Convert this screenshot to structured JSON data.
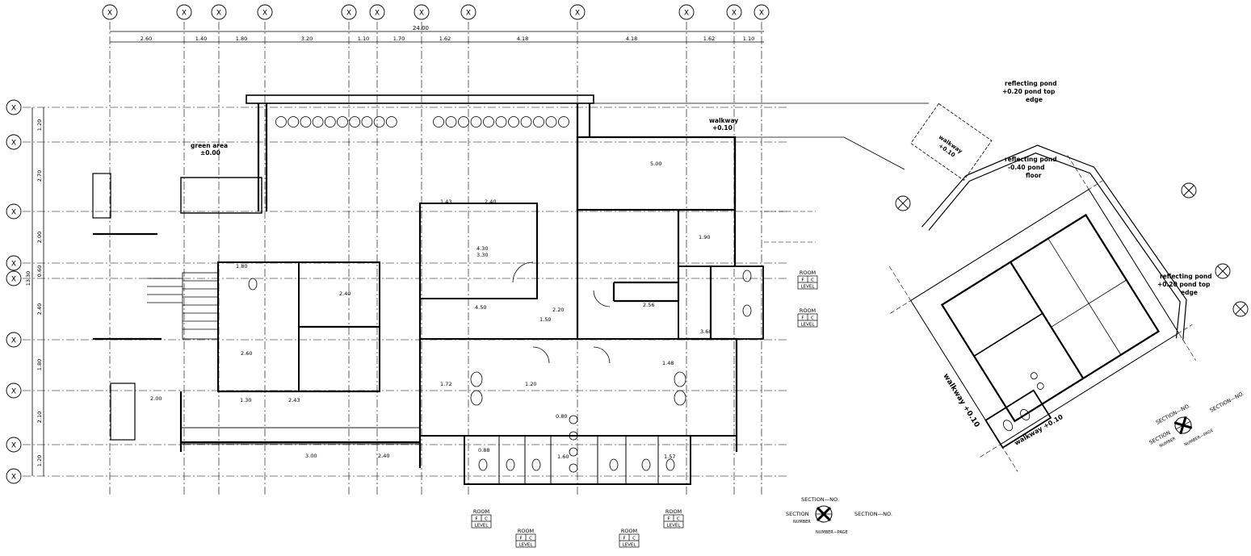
{
  "grid": {
    "bubble_symbol": "X",
    "top_dimensions": [
      "2.60",
      "1.40",
      "1.80",
      "3.20",
      "1.10",
      "1.70",
      "1.62",
      "4.18",
      "4.18",
      "1.62",
      "1.10"
    ],
    "overall_width": "24.00",
    "left_dimensions": [
      "1.20",
      "2.70",
      "2.00",
      "0.60",
      "2.40",
      "1.80",
      "2.10",
      "1.20"
    ],
    "left_overall": "13.30"
  },
  "labels": {
    "green_area": "green area",
    "green_area_level": "±0.00",
    "walkway_top": "walkway",
    "walkway_top_level": "+0.10",
    "walkway_plan": "walkway",
    "walkway_plan_level": "+0.10",
    "reflecting_pond_1": "reflecting pond",
    "reflecting_pond_1_level": "+0.20 pond top",
    "reflecting_pond_1_sub": "edge",
    "reflecting_pond_2": "reflecting pond",
    "reflecting_pond_2_level": "-0.40 pond",
    "reflecting_pond_2_sub": "floor",
    "reflecting_pond_3": "reflecting pond",
    "reflecting_pond_3_level": "+0.20 pond top",
    "reflecting_pond_3_sub": "edge",
    "walkway_right": "walkway +0.10",
    "walkway_right_2": "walkway +0.10"
  },
  "room_tags": [
    {
      "name": "ROOM",
      "f": "F",
      "c": "C",
      "level": "LEVEL"
    },
    {
      "name": "ROOM",
      "f": "F",
      "c": "C",
      "level": "LEVEL"
    },
    {
      "name": "ROOM",
      "f": "F",
      "c": "C",
      "level": "LEVEL"
    },
    {
      "name": "ROOM",
      "f": "F",
      "c": "C",
      "level": "LEVEL"
    },
    {
      "name": "ROOM",
      "f": "F",
      "c": "C",
      "level": "LEVEL"
    },
    {
      "name": "ROOM",
      "f": "F",
      "c": "C",
      "level": "LEVEL"
    }
  ],
  "section_markers": [
    {
      "left": "SECTION",
      "right": "SECTION—NO.",
      "top": "SECTION—NO.",
      "number": "NUMBER",
      "page": "NUMBER—PAGE"
    },
    {
      "left": "SECTION",
      "right": "SECTION—NO.",
      "top": "SECTION—NO.",
      "number": "NUMBER",
      "page": "NUMBER—PAGE"
    }
  ],
  "interior_dims": {
    "a": "2.40",
    "b": "1.43",
    "c": "4.30",
    "d": "3.30",
    "e": "4.50",
    "f": "2.60",
    "g": "2.40",
    "h": "5.00",
    "i": "1.50",
    "j": "2.43",
    "k": "1.30",
    "l": "2.56",
    "m": "1.72",
    "n": "1.48",
    "o": "1.20",
    "p": "3.00",
    "q": "2.40",
    "r": "1.80",
    "s": "0.80",
    "t": "1.60",
    "u": "1.57",
    "v": "0.88",
    "w": "1.90",
    "x": "2.20",
    "y": "2.00",
    "z": "3.60"
  }
}
